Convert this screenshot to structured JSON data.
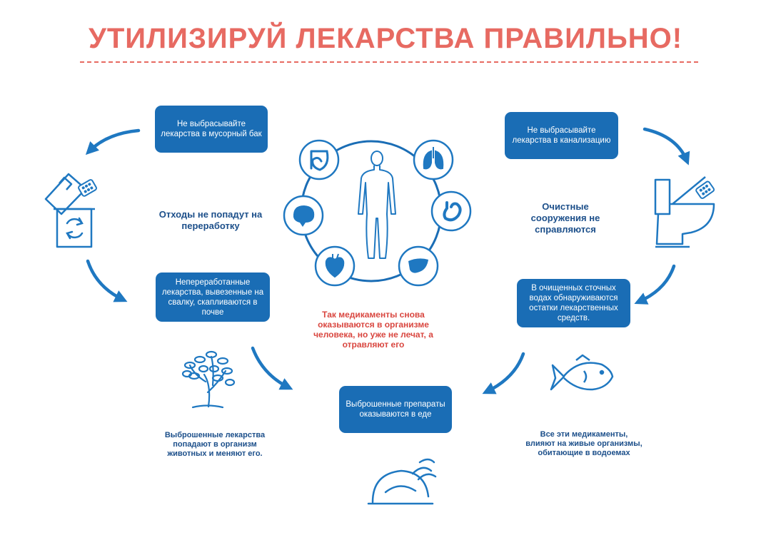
{
  "title": "УТИЛИЗИРУЙ ЛЕКАРСТВА ПРАВИЛЬНО!",
  "colors": {
    "title": "#e76a62",
    "box": "#1a6db5",
    "label": "#1c4f8a",
    "icon": "#1f78c1",
    "warning": "#d9463f"
  },
  "boxes": {
    "trash": "Не выбрасывайте лекарства в мусорный бак",
    "sewer": "Не выбрасывайте лекарства в канализацию",
    "soil": "Непереработанные лекарства, вывезенные на свалку, скапливаются в почве",
    "water": "В очищенных сточных водах обнаруживаются остатки лекарственных средств.",
    "food": "Выброшенные препараты оказываются в еде"
  },
  "labels": {
    "recycle": "Отходы не попадут на переработку",
    "treatment": "Очистные сооружения не справляются",
    "animals": "Выброшенные лекарства попадают в организм животных и меняют его.",
    "organisms": "Все эти медикаменты, влияют на живые организмы, обитающие в водоемах"
  },
  "center_warning": "Так медикаменты снова оказываются в организме человека, но уже не лечат, а отравляют его",
  "icons": [
    "trash-bin-icon",
    "recycle-icon",
    "pill-blister-icon",
    "toilet-icon",
    "tree-icon",
    "fish-icon",
    "cooked-food-icon",
    "human-body-icon",
    "intestine-icon",
    "lungs-icon",
    "brain-icon",
    "stomach-icon",
    "heart-icon",
    "liver-icon"
  ]
}
